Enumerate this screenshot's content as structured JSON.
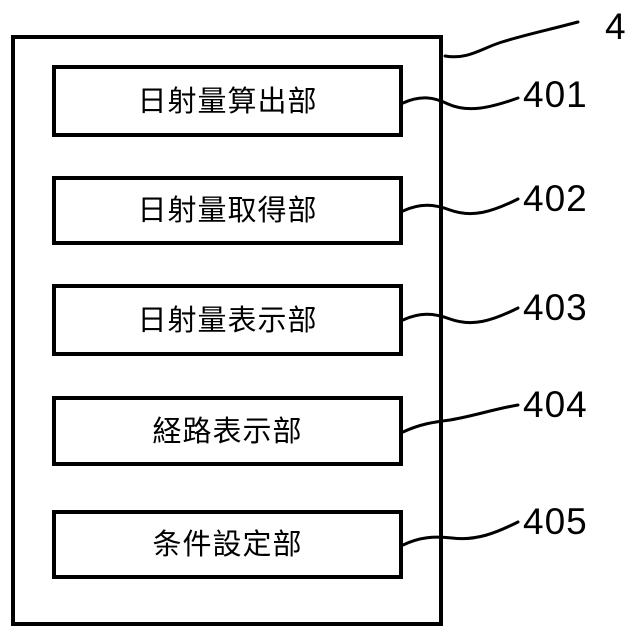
{
  "figure": {
    "kind": "patent-block-diagram",
    "stroke_color": "#000000",
    "background_color": "#ffffff",
    "outer_block": {
      "reference_numeral": "4",
      "label": ""
    },
    "blocks": [
      {
        "label": "日射量算出部",
        "reference_numeral": "401"
      },
      {
        "label": "日射量取得部",
        "reference_numeral": "402"
      },
      {
        "label": "日射量表示部",
        "reference_numeral": "403"
      },
      {
        "label": "経路表示部",
        "reference_numeral": "404"
      },
      {
        "label": "条件設定部",
        "reference_numeral": "405"
      }
    ]
  }
}
